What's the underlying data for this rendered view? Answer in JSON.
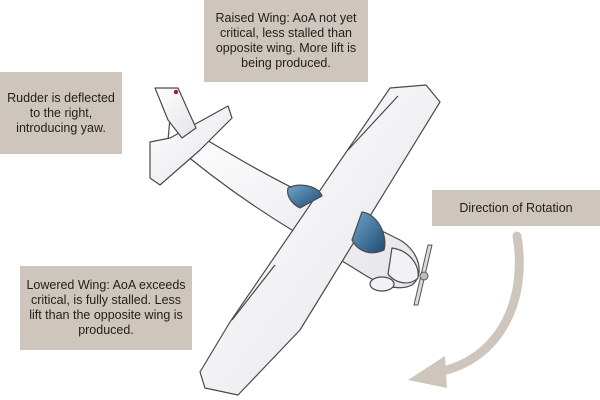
{
  "callouts": {
    "raised_wing": "Raised Wing: AoA not yet critical,  less stalled than opposite wing. More lift is being produced.",
    "rudder": "Rudder is deflected to the right, introducing yaw.",
    "rotation": "Direction of Rotation",
    "lowered_wing": "Lowered Wing: AoA exceeds critical, is fully stalled. Less lift than the opposite wing is produced."
  },
  "colors": {
    "callout_bg": "#cec6bc",
    "airframe": "#f6f6f8",
    "outline": "#4a4a4a",
    "canopy": "#2e5f8a",
    "arrow": "#cec6bc"
  },
  "icons": {
    "airplane": "airplane-top-view",
    "rotation_arrow": "curved-arrow-down-left"
  }
}
